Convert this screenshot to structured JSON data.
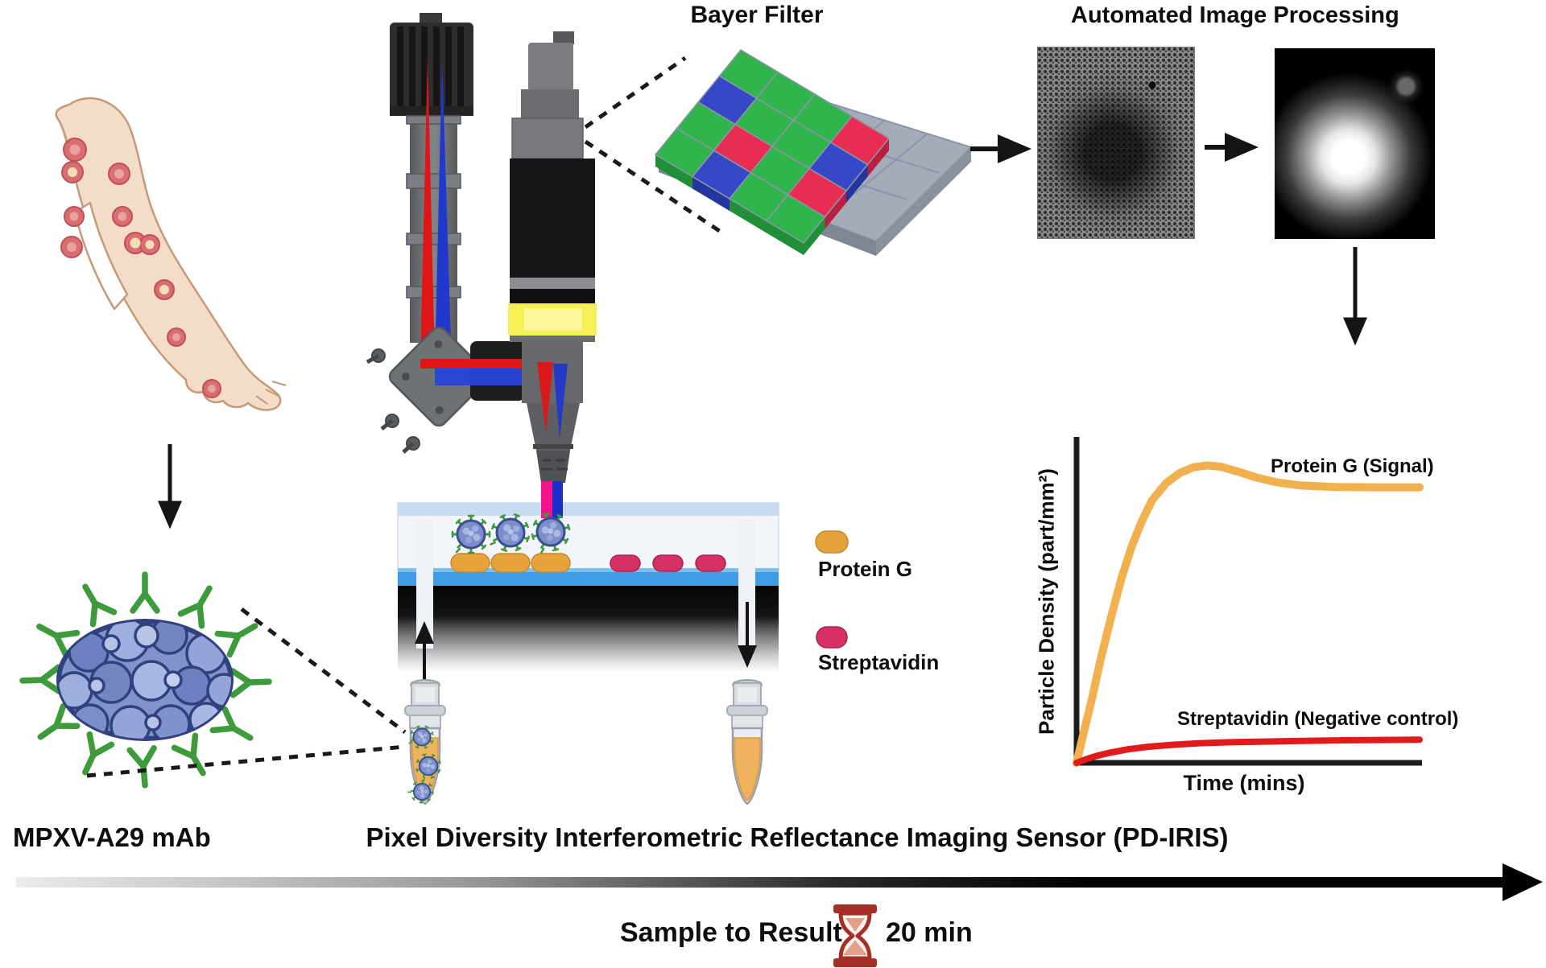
{
  "figure": {
    "titles": {
      "bayer": "Bayer Filter",
      "processing": "Automated Image Processing"
    },
    "labels": {
      "antibody": "MPXV-A29 mAb",
      "device": "Pixel Diversity Interferometric Reflectance Imaging Sensor (PD-IRIS)"
    },
    "legend": [
      {
        "label": "Protein G",
        "color": "#e6a33c"
      },
      {
        "label": "Streptavidin",
        "color": "#d63064"
      }
    ],
    "footer": {
      "sample_to_result": "Sample to Result",
      "duration": "20 min",
      "duration_icon": "hourglass-icon"
    }
  },
  "chart_data": {
    "type": "line",
    "title": "",
    "xlabel": "Time (mins)",
    "ylabel": "Particle Density (part/mm²)",
    "x_axis": {
      "min": 0,
      "max": 1,
      "ticks": []
    },
    "y_axis": {
      "min": 0,
      "max": 1,
      "ticks": []
    },
    "grid": false,
    "legend_position": "inline-annotations",
    "series": [
      {
        "name": "Protein G (Signal)",
        "color": "#f2b14e",
        "points": [
          [
            0,
            0
          ],
          [
            0.02,
            0.09
          ],
          [
            0.045,
            0.2
          ],
          [
            0.07,
            0.32
          ],
          [
            0.1,
            0.45
          ],
          [
            0.13,
            0.57
          ],
          [
            0.16,
            0.67
          ],
          [
            0.19,
            0.75
          ],
          [
            0.22,
            0.815
          ],
          [
            0.26,
            0.868
          ],
          [
            0.3,
            0.9
          ],
          [
            0.34,
            0.918
          ],
          [
            0.38,
            0.924
          ],
          [
            0.42,
            0.92
          ],
          [
            0.47,
            0.905
          ],
          [
            0.52,
            0.888
          ],
          [
            0.58,
            0.872
          ],
          [
            0.65,
            0.862
          ],
          [
            0.75,
            0.857
          ],
          [
            0.87,
            0.856
          ],
          [
            1,
            0.856
          ]
        ]
      },
      {
        "name": "Streptavidin (Negative control)",
        "color": "#e01b1b",
        "points": [
          [
            0,
            0
          ],
          [
            0.03,
            0.012
          ],
          [
            0.06,
            0.022
          ],
          [
            0.1,
            0.032
          ],
          [
            0.15,
            0.042
          ],
          [
            0.21,
            0.05
          ],
          [
            0.28,
            0.056
          ],
          [
            0.36,
            0.061
          ],
          [
            0.45,
            0.064
          ],
          [
            0.55,
            0.066
          ],
          [
            0.66,
            0.068
          ],
          [
            0.78,
            0.07
          ],
          [
            0.89,
            0.071
          ],
          [
            1,
            0.072
          ]
        ]
      }
    ]
  },
  "bayer_filter": {
    "pattern": [
      [
        "g",
        "g",
        "g",
        "r"
      ],
      [
        "b",
        "g",
        "g",
        "b"
      ],
      [
        "g",
        "r",
        "g",
        "r"
      ],
      [
        "g",
        "b",
        "g",
        "g"
      ]
    ],
    "palette": {
      "g": {
        "top": "#2fb54b",
        "side": "#1f8f38"
      },
      "b": {
        "top": "#3548c8",
        "side": "#2434a0"
      },
      "r": {
        "top": "#e82c52",
        "side": "#bb1f3f"
      }
    }
  },
  "colors": {
    "sensor_surface_blue": "#3f9be3",
    "beam_red": "#e01616",
    "beam_blue": "#2138cc",
    "beam_pink": "#f5128c",
    "filter_band_yellow": "#f6ef55",
    "antibody_green": "#3d9b3c",
    "virus_blue": "#8094cc",
    "hourglass_red": "#a32f27",
    "timeline_gradient": [
      "#ececec",
      "#000000"
    ]
  }
}
